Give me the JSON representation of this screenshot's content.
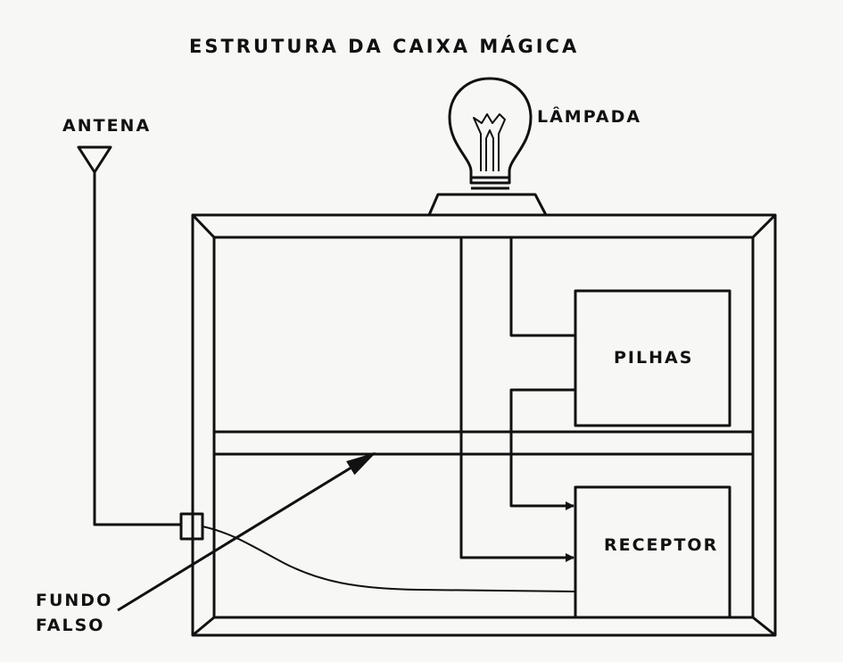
{
  "diagram": {
    "title": "ESTRUTURA DA CAIXA MÁGICA",
    "labels": {
      "antena": "ANTENA",
      "lampada": "LÂMPADA",
      "pilhas": "PILHAS",
      "receptor": "RECEPTOR",
      "fundo_line1": "FUNDO",
      "fundo_line2": "FALSO"
    },
    "colors": {
      "ink": "#111111",
      "paper": "#f7f7f5"
    }
  }
}
